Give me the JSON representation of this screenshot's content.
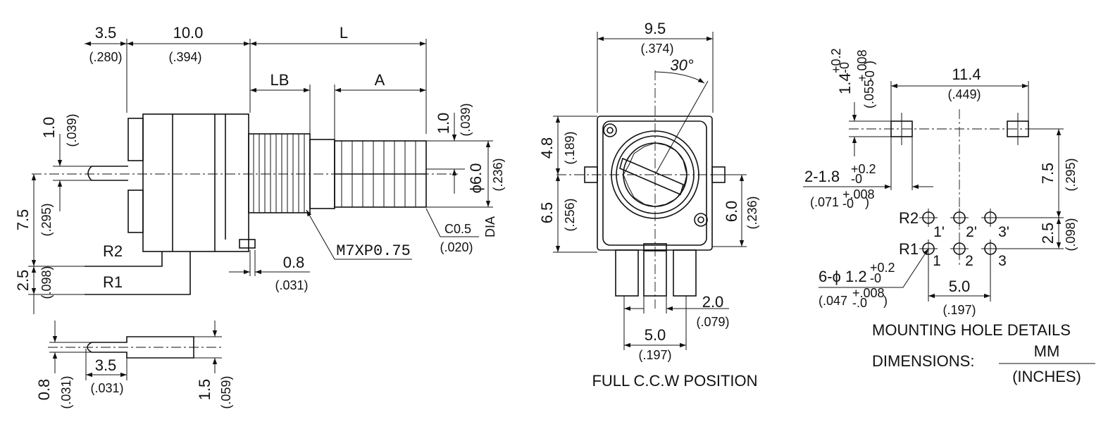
{
  "side_view": {
    "top_dims": {
      "d1": "3.5",
      "d1_in": "(.280)",
      "d2": "10.0",
      "d2_in": "(.394)",
      "d3": "L"
    },
    "lb": "LB",
    "a": "A",
    "left_dims": {
      "d1": "1.0",
      "d1_in": "(.039)",
      "d2": "7.5",
      "d2_in": "(.295)",
      "d3": "2.5",
      "d3_in": "(.098)"
    },
    "right_dims": {
      "d1": "1.0",
      "d1_in": "(.039)",
      "dia": "ϕ6.0",
      "dia_in": "(.236)",
      "dia_suffix": "DIA"
    },
    "chamfer": "C0.5",
    "chamfer_in": "(.020)",
    "thread": "M7XP0.75",
    "bottom_dim": "0.8",
    "bottom_dim_in": "(.031)",
    "pin_r2": "R2",
    "pin_r1": "R1"
  },
  "pin_detail": {
    "d1": "0.8",
    "d1_in": "(.031)",
    "d2": "3.5",
    "d2_in": "(.031)",
    "d3": "1.5",
    "d3_in": "(.059)"
  },
  "front_view": {
    "top": "9.5",
    "top_in": "(.374)",
    "angle": "30°",
    "left1": "4.8",
    "left1_in": "(.189)",
    "left2": "6.5",
    "left2_in": "(.256)",
    "right": "6.0",
    "right_in": "(.236)",
    "bottom1": "2.0",
    "bottom1_in": "(.079)",
    "bottom2": "5.0",
    "bottom2_in": "(.197)",
    "caption": "FULL C.C.W POSITION"
  },
  "mounting": {
    "top": "11.4",
    "top_in": "(.449)",
    "hole_h": "1.4",
    "hole_h_tol_plus": "+0.2",
    "hole_h_tol_minus": "-0",
    "hole_h_in": "(.055",
    "hole_h_in_tol_plus": "+.008",
    "hole_h_in_tol_minus": "-0",
    "hole_h_in_close": ")",
    "slot": "2-1.8",
    "slot_tol_plus": "+0.2",
    "slot_tol_minus": "-0",
    "slot_in": "(.071",
    "slot_in_tol_plus": "+.008",
    "slot_in_tol_minus": "-0",
    "slot_in_close": ")",
    "vert1": "7.5",
    "vert1_in": "(.295)",
    "vert2": "2.5",
    "vert2_in": "(.098)",
    "holes": "6-ϕ 1.2",
    "holes_tol_plus": "+0.2",
    "holes_tol_minus": "-0",
    "holes_in": "(.047",
    "holes_in_tol_plus": "+.008",
    "holes_in_tol_minus": "-.0",
    "holes_in_close": ")",
    "pitch": "5.0",
    "pitch_in": "(.197)",
    "r2": "R2",
    "r1": "R1",
    "p1p": "1'",
    "p2p": "2'",
    "p3p": "3'",
    "p1": "1",
    "p2": "2",
    "p3": "3",
    "title": "MOUNTING HOLE DETAILS",
    "dims_label": "DIMENSIONS:",
    "units_top": "MM",
    "units_bottom": "(INCHES)"
  }
}
